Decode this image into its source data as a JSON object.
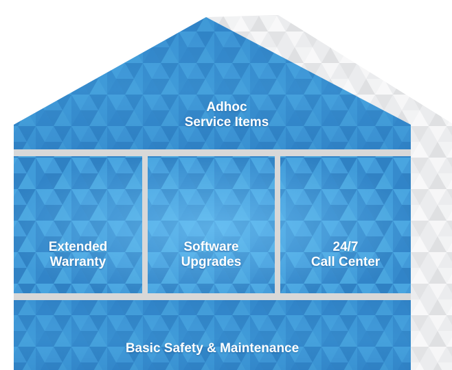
{
  "roof": {
    "line1": "Adhoc",
    "line2": "Service Items"
  },
  "pillars": [
    {
      "line1": "Extended",
      "line2": "Warranty"
    },
    {
      "line1": "Software",
      "line2": "Upgrades"
    },
    {
      "line1": "24/7",
      "line2": "Call Center"
    }
  ],
  "foundation": {
    "label": "Basic Safety & Maintenance"
  },
  "colors": {
    "blue_base": "#3a8fd0",
    "blue_light": "#56b8ec",
    "blue_dark": "#2170b4",
    "side_gray": "#e9eaec",
    "separator": "#d8d8d8"
  }
}
